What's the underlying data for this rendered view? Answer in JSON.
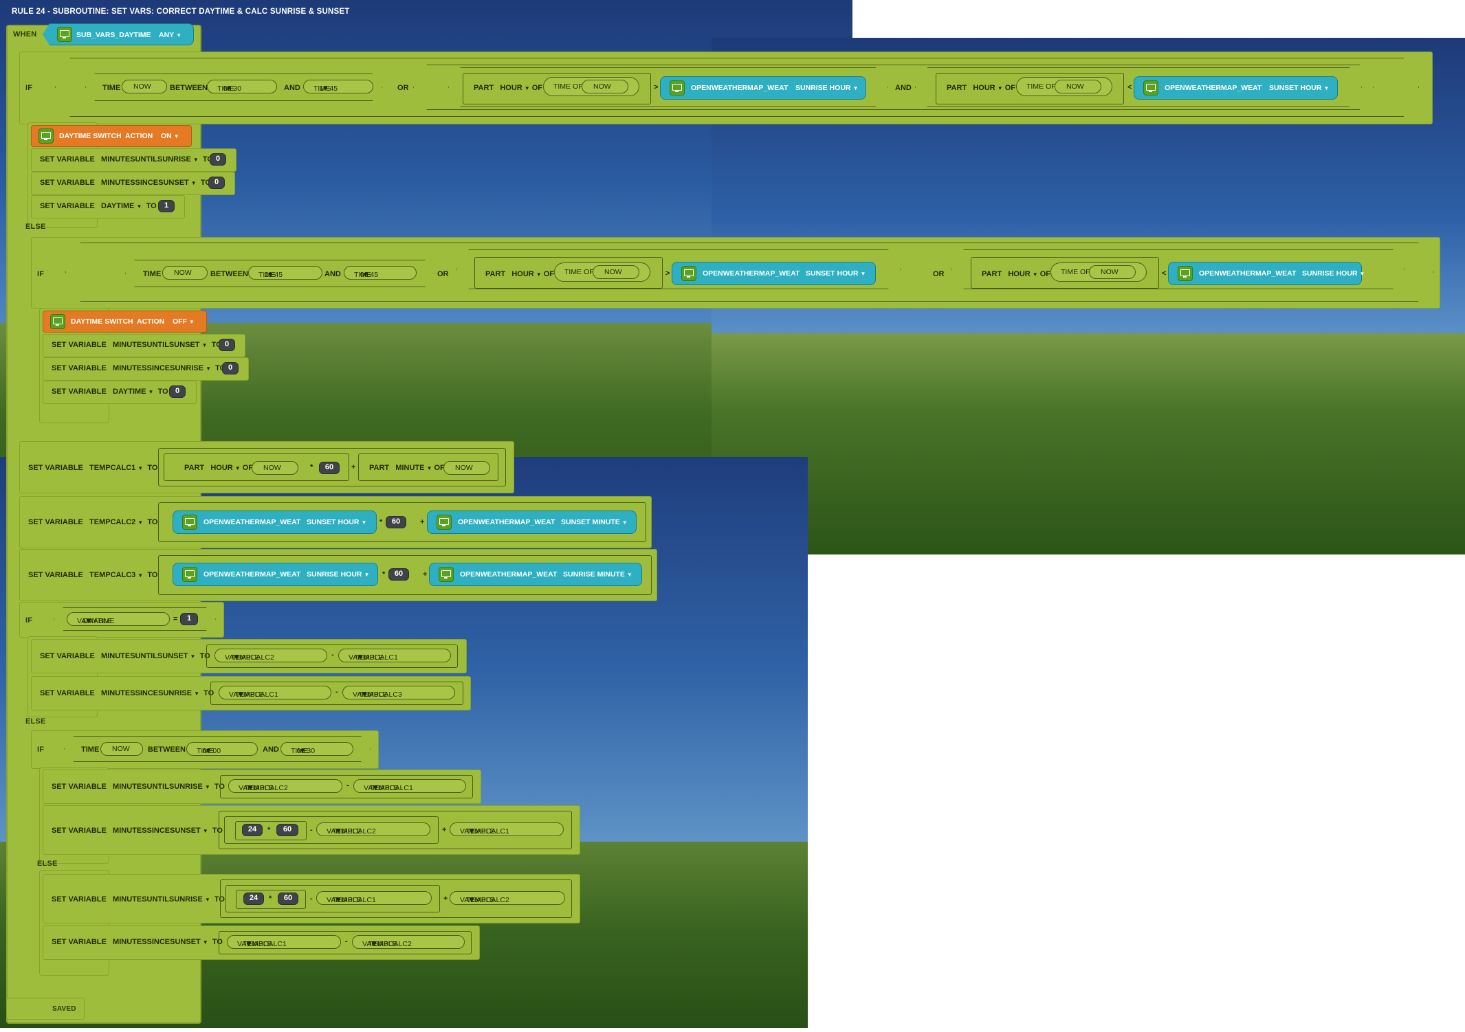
{
  "title": "RULE 24 - SUBROUTINE: SET VARS: CORRECT DAYTIME & CALC SUNRISE & SUNSET",
  "when": {
    "label": "WHEN",
    "event": "SUB_VARS_DAYTIME",
    "mode": "ANY"
  },
  "device_icon": "device-monitor-icon",
  "colors": {
    "block": "#9fbd3c",
    "teal": "#2fb0c2",
    "orange": "#e47a24",
    "number": "#404448"
  },
  "kw": {
    "if": "IF",
    "else": "ELSE",
    "or": "OR",
    "and": "AND",
    "time": "TIME",
    "now": "NOW",
    "between": "BETWEEN",
    "part": "PART",
    "of": "OF",
    "time_of": "TIME OF",
    "set_variable": "SET VARIABLE",
    "to": "TO",
    "variable": "VARIABLE",
    "action": "ACTION",
    "saved": "SAVED",
    "hour": "HOUR",
    "minute": "MINUTE",
    "gt": ">",
    "lt": "<",
    "eq": "=",
    "plus": "+",
    "minus": "-",
    "times": "*"
  },
  "if1": {
    "t1": "08:30",
    "t2": "17:45",
    "weather": "OPENWEATHERMAP_WEAT",
    "sunrise_hour": "SUNRISE HOUR",
    "sunset_hour": "SUNSET HOUR"
  },
  "then1": {
    "device": "DAYTIME SWITCH",
    "action": "ON",
    "v1": "MINUTESUNTILSUNRISE",
    "v1val": "0",
    "v2": "MINUTESSINCESUNSET",
    "v2val": "0",
    "v3": "DAYTIME",
    "v3val": "1"
  },
  "if2": {
    "t1": "21:45",
    "t2": "06:45"
  },
  "then2": {
    "device": "DAYTIME SWITCH",
    "action": "OFF",
    "v1": "MINUTESUNTILSUNSET",
    "v1val": "0",
    "v2": "MINUTESSINCESUNRISE",
    "v2val": "0",
    "v3": "DAYTIME",
    "v3val": "0"
  },
  "calc1": {
    "var": "TEMPCALC1",
    "mul": "60"
  },
  "calc2": {
    "var": "TEMPCALC2",
    "sunset_minute": "SUNSET MINUTE",
    "mul": "60"
  },
  "calc3": {
    "var": "TEMPCALC3",
    "sunrise_minute": "SUNRISE MINUTE",
    "mul": "60"
  },
  "if3": {
    "var": "DAYTIME",
    "val": "1"
  },
  "then3": {
    "v1": "MINUTESUNTILSUNSET",
    "v2": "MINUTESSINCESUNRISE",
    "a": "TEMPCALC2",
    "b": "TEMPCALC1",
    "c": "TEMPCALC3"
  },
  "if4": {
    "t1": "00:00",
    "t2": "09:30"
  },
  "then4": {
    "v1": "MINUTESUNTILSUNRISE",
    "v2": "MINUTESSINCESUNSET",
    "n24": "24",
    "n60": "60"
  },
  "else4": {
    "v1": "MINUTESUNTILSUNRISE",
    "v2": "MINUTESSINCESUNSET"
  }
}
